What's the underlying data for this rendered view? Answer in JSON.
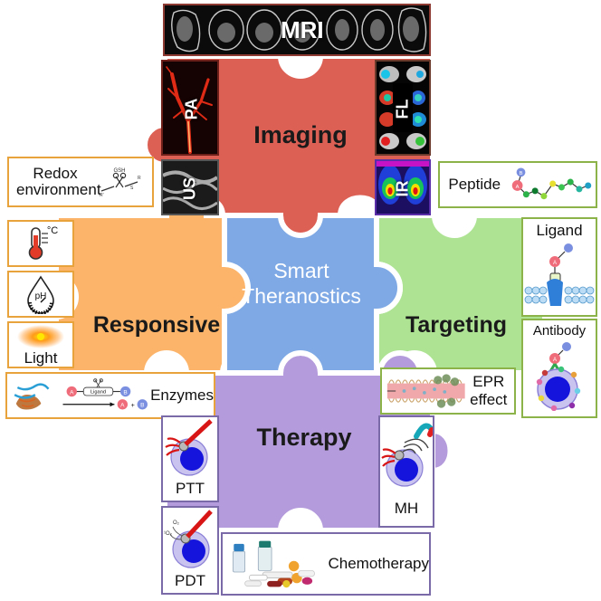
{
  "title": "Smart Theranostics puzzle diagram",
  "center": {
    "line1": "Smart",
    "line2": "Theranostics",
    "color": "#7EA9E5",
    "text_color": "#ffffff"
  },
  "quadrants": {
    "imaging": {
      "label": "Imaging",
      "color": "#DD6055",
      "text_color": "#1a1a1a"
    },
    "responsive": {
      "label": "Responsive",
      "color": "#FCB46A",
      "text_color": "#1a1a1a"
    },
    "targeting": {
      "label": "Targeting",
      "color": "#ADE393",
      "text_color": "#1a1a1a"
    },
    "therapy": {
      "label": "Therapy",
      "color": "#B49BDB",
      "text_color": "#1a1a1a"
    }
  },
  "imaging_modalities": [
    {
      "id": "mri",
      "label": "MRI",
      "position": "top"
    },
    {
      "id": "pa",
      "label": "PA",
      "position": "left-upper"
    },
    {
      "id": "us",
      "label": "US",
      "position": "left-lower"
    },
    {
      "id": "fl",
      "label": "FL",
      "position": "right-upper"
    },
    {
      "id": "ir",
      "label": "IR",
      "position": "right-lower"
    }
  ],
  "responsive_stimuli": [
    {
      "id": "redox",
      "label": "Redox environment",
      "icon": "gsh-scissors-icon",
      "note": "GSH"
    },
    {
      "id": "temp",
      "label": "",
      "icon": "thermometer-icon",
      "unit": "°C"
    },
    {
      "id": "ph",
      "label": "",
      "icon": "ph-droplet-icon",
      "unit": "pH"
    },
    {
      "id": "light",
      "label": "Light",
      "icon": "sun-icon"
    },
    {
      "id": "enzymes",
      "label": "Enzymes",
      "icon": "enzyme-cleavage-icon",
      "reaction": {
        "substrate_a": "A",
        "substrate_b": "B",
        "linker": "Ligand",
        "product": "A + B"
      }
    }
  ],
  "targeting_moieties": [
    {
      "id": "peptide",
      "label": "Peptide",
      "icon": "peptide-chain-icon"
    },
    {
      "id": "ligand",
      "label": "Ligand",
      "icon": "receptor-ligand-icon"
    },
    {
      "id": "antibody",
      "label": "Antibody",
      "icon": "antibody-cell-icon"
    },
    {
      "id": "epr",
      "label": "EPR effect",
      "icon": "leaky-vasculature-icon"
    }
  ],
  "therapy_modalities": [
    {
      "id": "ptt",
      "label": "PTT",
      "icon": "laser-cell-icon"
    },
    {
      "id": "pdt",
      "label": "PDT",
      "icon": "laser-ros-cell-icon"
    },
    {
      "id": "mh",
      "label": "MH",
      "icon": "magnet-cell-icon"
    },
    {
      "id": "chemo",
      "label": "Chemotherapy",
      "icon": "pills-vials-icon"
    }
  ],
  "colors": {
    "imaging": "#DD6055",
    "responsive": "#FCB46A",
    "targeting": "#ADE393",
    "therapy": "#B49BDB",
    "center": "#7EA9E5",
    "orange_border": "#E8A33D",
    "green_border": "#8CB349",
    "purple_border": "#7A6BA8",
    "red_border": "#8d3b33",
    "white_outline": "#ffffff"
  }
}
